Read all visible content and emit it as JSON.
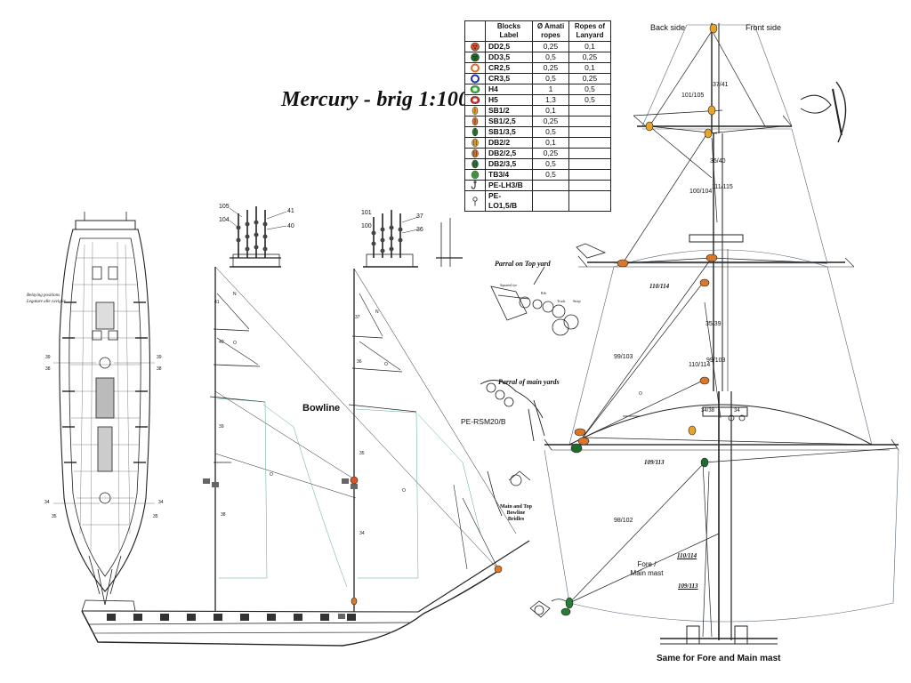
{
  "title": "Mercury - brig 1:100",
  "legend": {
    "headers": [
      "",
      "Blocks Label",
      "Ø Amati ropes",
      "Ropes of Lanyard"
    ],
    "rows": [
      {
        "label": "DD2,5",
        "rope": "0,25",
        "lanyard": "0,1",
        "icon": "double-deadeye-icon",
        "color": "#e0522a"
      },
      {
        "label": "DD3,5",
        "rope": "0,5",
        "lanyard": "0,25",
        "icon": "double-deadeye-icon",
        "color": "#1f6b2e"
      },
      {
        "label": "CR2,5",
        "rope": "0,25",
        "lanyard": "0,1",
        "icon": "ring-icon",
        "color": "#e06a1f"
      },
      {
        "label": "CR3,5",
        "rope": "0,5",
        "lanyard": "0,25",
        "icon": "ring-icon",
        "color": "#1a2fb0"
      },
      {
        "label": "H4",
        "rope": "1",
        "lanyard": "0,5",
        "icon": "heart-block-icon",
        "color": "#2fb52f"
      },
      {
        "label": "H5",
        "rope": "1,3",
        "lanyard": "0,5",
        "icon": "heart-block-icon",
        "color": "#d9262a"
      },
      {
        "label": "SB1/2",
        "rope": "0,1",
        "lanyard": "",
        "icon": "single-block-icon",
        "color": "#e8a32a"
      },
      {
        "label": "SB1/2,5",
        "rope": "0,25",
        "lanyard": "",
        "icon": "single-block-icon",
        "color": "#d9772a"
      },
      {
        "label": "SB1/3,5",
        "rope": "0,5",
        "lanyard": "",
        "icon": "single-block-icon",
        "color": "#2a7a34"
      },
      {
        "label": "DB2/2",
        "rope": "0,1",
        "lanyard": "",
        "icon": "double-block-icon",
        "color": "#e8a32a"
      },
      {
        "label": "DB2/2,5",
        "rope": "0,25",
        "lanyard": "",
        "icon": "double-block-icon",
        "color": "#d9772a"
      },
      {
        "label": "DB2/3,5",
        "rope": "0,5",
        "lanyard": "",
        "icon": "double-block-icon",
        "color": "#2a7a34"
      },
      {
        "label": "TB3/4",
        "rope": "0,5",
        "lanyard": "",
        "icon": "triple-block-icon",
        "color": "#4fbf4f"
      },
      {
        "label": "PE-LH3/B",
        "rope": "",
        "lanyard": "",
        "icon": "hook-icon",
        "color": "#444444"
      },
      {
        "label": "PE-LO1,5/B",
        "rope": "",
        "lanyard": "",
        "icon": "eyebolt-icon",
        "color": "#444444"
      }
    ]
  },
  "labels": {
    "back_side": "Back side",
    "front_side": "Front side",
    "bowline": "Bowline",
    "parral_top": "Parral on Top yard",
    "parral_main": "Parral of main yards",
    "pe_rsm": "PE-RSM20/B",
    "bridles": "Main and Top Bowline Bridles",
    "belaying_1": "Belaying positions",
    "belaying_2": "Legature alle caviglie",
    "fore_main": "Fore / Main mast",
    "same_for": "Same for Fore and Main mast",
    "parral_parts": [
      "Squared tye",
      "Rib",
      "Truck",
      "Strap"
    ]
  },
  "mast_numbers": {
    "n37_41": "37/41",
    "n101_105": "101/105",
    "n36_40": "36/40",
    "n100_104": "100/104",
    "n111_115": "111/115",
    "n110_114": "110/114",
    "n35_39": "35/39",
    "n99_103a": "99/103",
    "n99_103b": "99/103",
    "n110_114b": "110/114",
    "n34_38": "34/38",
    "n34": "34",
    "n109_113": "109/113",
    "n98_102": "98/102",
    "n110_114c": "110/114",
    "n109_113b": "109/113"
  },
  "detail_numbers": {
    "d105": "105",
    "d104": "104",
    "d41": "41",
    "d40": "40",
    "d101": "101",
    "d100": "100",
    "d37": "37",
    "d36": "36",
    "d39a": "39",
    "d38a": "38",
    "d39b": "39",
    "d38b": "38",
    "d34a": "34",
    "d35a": "35",
    "d34b": "34",
    "d35b": "35"
  },
  "side_numbers": {
    "s41": "41",
    "s40": "40",
    "s39": "39",
    "s38": "38",
    "s37": "37",
    "s36": "36",
    "s35": "35",
    "s34": "34",
    "sN1": "N",
    "sN2": "N",
    "sO1": "O",
    "sO2": "O",
    "sO3": "O",
    "sO4": "O",
    "sO5": "O"
  }
}
